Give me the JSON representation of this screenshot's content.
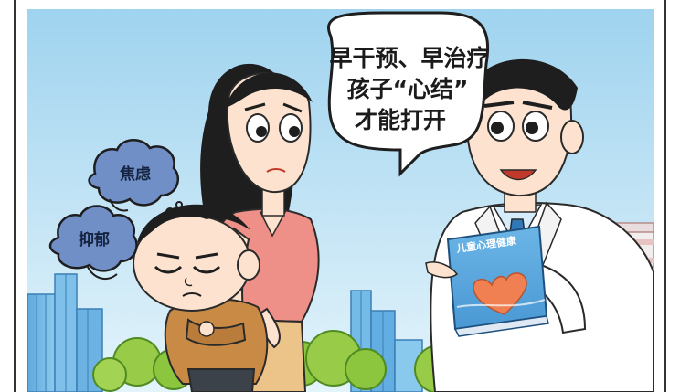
{
  "speech_bubble": {
    "line1": "早干预、早治疗",
    "line2": "孩子“心结”",
    "line3": "才能打开"
  },
  "clouds": {
    "anxiety": "焦虑",
    "depression": "抑郁"
  },
  "book": {
    "title": "儿童心理健康"
  },
  "colors": {
    "sky_top": "#9fd3ef",
    "sky_bottom": "#e3f3fb",
    "building_blue": "#6fb6e6",
    "shrub_green": "#8cc63f",
    "cloud_blue": "#6f8fc6",
    "mother_top": "#ee8f88",
    "boy_top": "#c98a45",
    "coat_white": "#ffffff",
    "book_blue": "#5aa7de",
    "heart_orange": "#f07f52",
    "skin": "#fde3cf",
    "hair": "#1e1e1e"
  }
}
